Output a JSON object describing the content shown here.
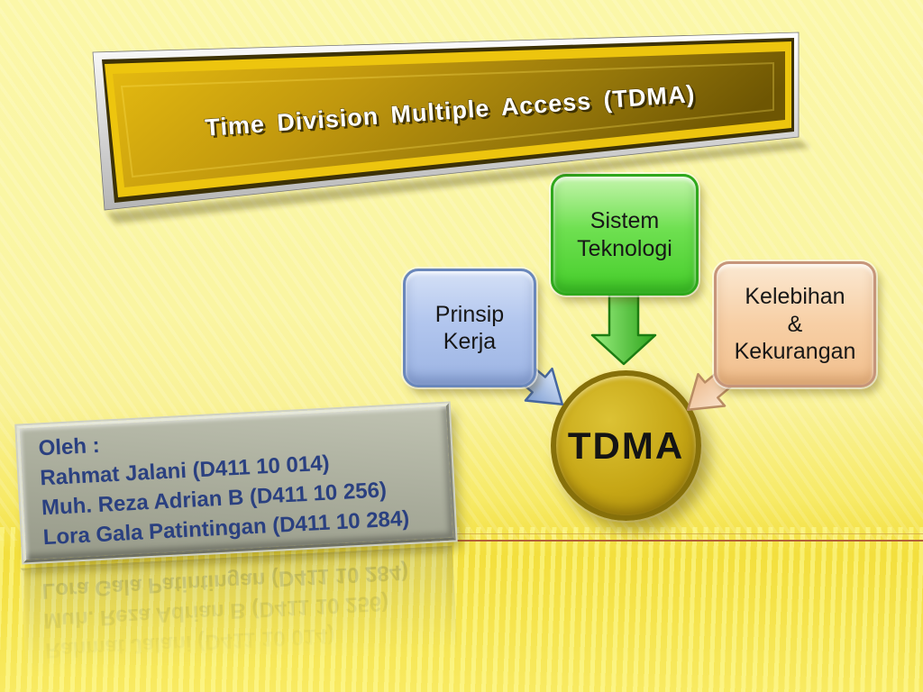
{
  "slide": {
    "background_color": "#faf6a4",
    "title_banner": {
      "title": "Time Division Multiple Access (TDMA)",
      "face_color": "#c1980e",
      "text_color": "#ffffff"
    },
    "diagram": {
      "center": {
        "label": "TDMA",
        "shape": "circle",
        "color": "#c6a615"
      },
      "topics": [
        {
          "label": "Prinsip\nKerja",
          "color": "#aac2ec",
          "border_color": "#6a87bb",
          "arrow": "blue-arrow-to-center"
        },
        {
          "label": "Sistem\nTeknologi",
          "color": "#58d63b",
          "border_color": "#2fa81d",
          "arrow": "green-arrow-to-center"
        },
        {
          "label": "Kelebihan\n&\nKekurangan",
          "color": "#f2c394",
          "border_color": "#c6957a",
          "arrow": "peach-arrow-to-center"
        }
      ]
    },
    "credits": {
      "lines": [
        "Oleh :",
        "Rahmat Jalani (D411 10 014)",
        "Muh. Reza Adrian B (D411 10 256)",
        "Lora Gala Patintingan (D411 10 284)"
      ],
      "panel_color": "#a8ab9a",
      "text_color": "#2a4080"
    },
    "accent_lines": {
      "thin_color": "#d8b153",
      "accent_color": "#b4613a"
    }
  }
}
